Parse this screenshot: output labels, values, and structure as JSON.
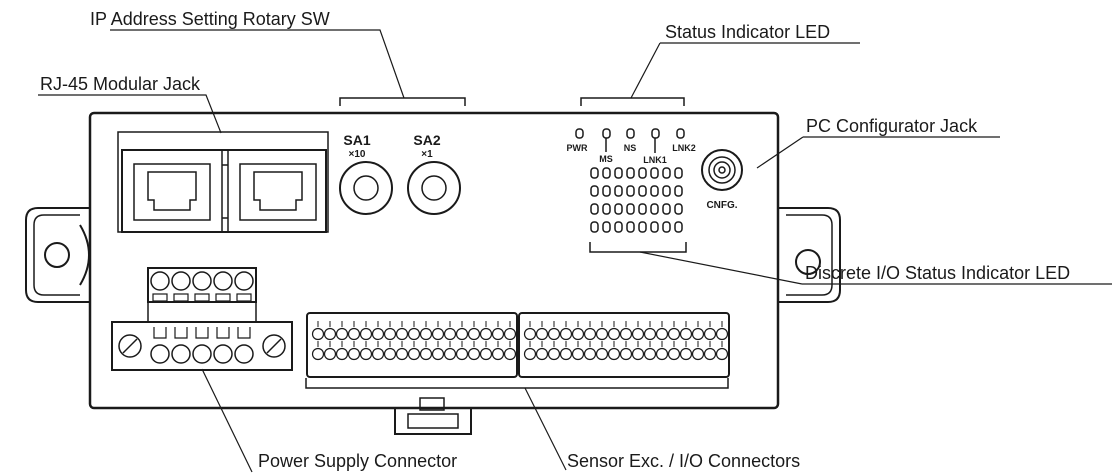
{
  "callouts": {
    "ip_rotary": "IP Address Setting Rotary SW",
    "status_led": "Status Indicator LED",
    "rj45": "RJ-45 Modular Jack",
    "pc_config": "PC Configurator Jack",
    "discrete_led": "Discrete I/O Status Indicator LED",
    "power": "Power Supply Connector",
    "sensor": "Sensor Exc. / I/O Connectors"
  },
  "panel": {
    "sa1": "SA1",
    "sa1_mult": "×10",
    "sa2": "SA2",
    "sa2_mult": "×1",
    "pwr": "PWR",
    "ms": "MS",
    "ns": "NS",
    "lnk1": "LNK1",
    "lnk2": "LNK2",
    "cnfg": "CNFG."
  }
}
